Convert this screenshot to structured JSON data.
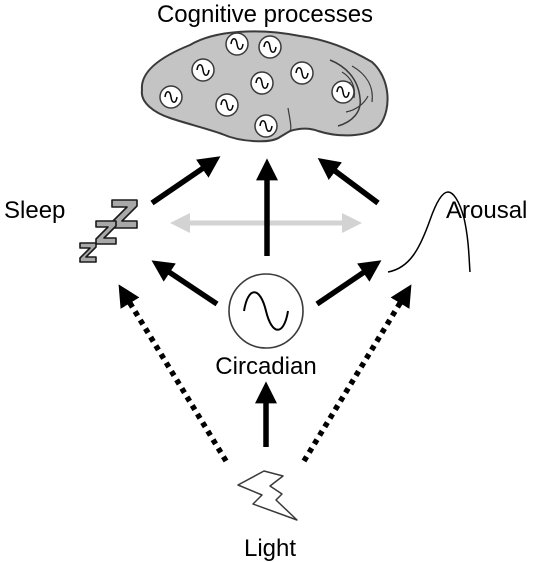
{
  "labels": {
    "top": "Cognitive processes",
    "left": "Sleep",
    "right": "Arousal",
    "center": "Circadian",
    "bottom": "Light"
  },
  "colors": {
    "stroke": "#000000",
    "brain_fill": "#c4c4c4",
    "brain_stroke": "#3a3a3a",
    "light_arrow": "#d3d3d3",
    "oscillator_fill": "#ffffff",
    "z_fill": "#a8a8a8"
  },
  "icons": {
    "brain": "brain-icon",
    "oscillator": "sine-wave-icon",
    "sleep": "zzz-icon",
    "arousal": "bell-curve-icon",
    "light": "lightning-bolt-icon"
  }
}
